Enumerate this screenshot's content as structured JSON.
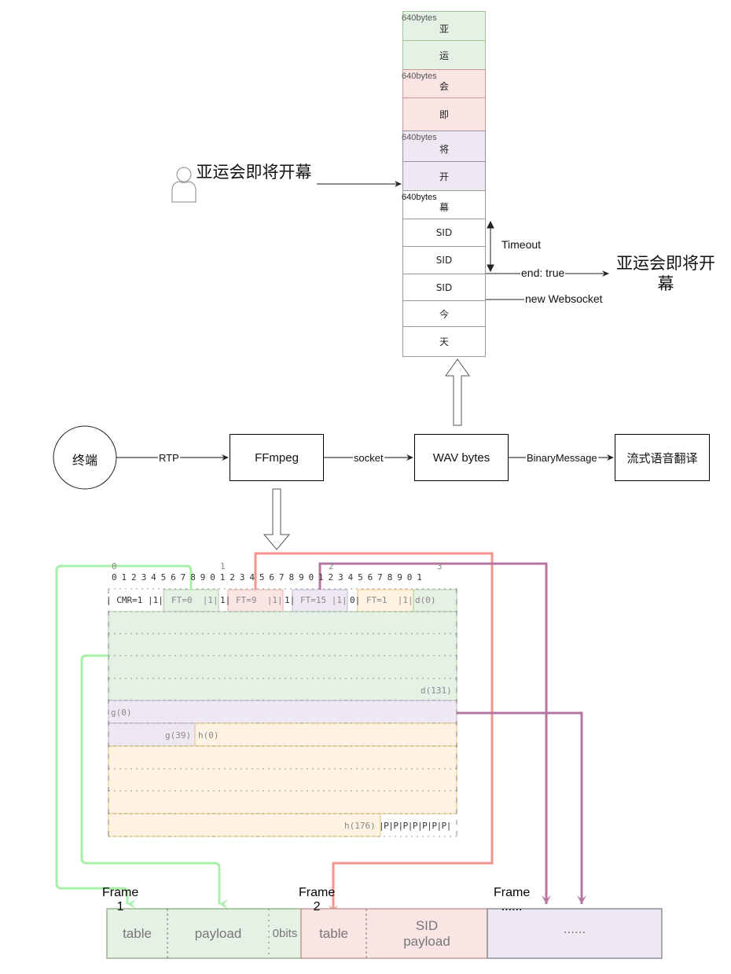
{
  "colors": {
    "green_fill": "#e6f1e6",
    "green_stroke": "#9bc48f",
    "green_line": "#a8f0a8",
    "red_fill": "#fbe5e4",
    "red_stroke": "#c99a95",
    "red_line": "#f5938f",
    "purple_fill": "#ede8f2",
    "purple_stroke": "#9f8fa8",
    "purple_line": "#b4759f",
    "orange_fill": "#fef2e3",
    "orange_stroke": "#e3b862"
  },
  "speaker": {
    "icon": "user-icon",
    "utterance": "亚运会即将开幕"
  },
  "buffer": {
    "cells": [
      {
        "text": "亚",
        "tag": "640bytes",
        "group": "green"
      },
      {
        "text": "运",
        "tag": "",
        "group": "green"
      },
      {
        "text": "会",
        "tag": "640bytes",
        "group": "red"
      },
      {
        "text": "即",
        "tag": "",
        "group": "red"
      },
      {
        "text": "将",
        "tag": "640bytes",
        "group": "purple"
      },
      {
        "text": "开",
        "tag": "",
        "group": "purple"
      },
      {
        "text": "幕",
        "tag": "640bytes",
        "group": "white"
      },
      {
        "text": "SID",
        "tag": "",
        "group": "white"
      },
      {
        "text": "SID",
        "tag": "",
        "group": "white"
      },
      {
        "text": "SID",
        "tag": "",
        "group": "white"
      },
      {
        "text": "今",
        "tag": "",
        "group": "white"
      },
      {
        "text": "天",
        "tag": "",
        "group": "white"
      }
    ],
    "timeout_label": "Timeout",
    "end_label": "end: true",
    "new_ws_label": "new Websocket",
    "result_text": "亚运会即将开幕"
  },
  "pipeline": {
    "terminal": "终端",
    "edge_rtp": "RTP",
    "ffmpeg": "FFmpeg",
    "edge_socket": "socket",
    "wav": "WAV bytes",
    "edge_binary": "BinaryMessage",
    "translator": "流式语音翻译"
  },
  "amr_header": {
    "decade_digits": [
      "0",
      "1",
      "2",
      "3"
    ],
    "bit_digits": "0 1 2 3 4 5 6 7 8 9 0 1 2 3 4 5 6 7 8 9 0 1 2 3 4 5 6 7 8 9 0 1",
    "fields": {
      "cmr": "| CMR=1 |1|",
      "ft0": "FT=0  |1|",
      "f1": "1|",
      "ft9": "FT=9  |1|",
      "ft15": "FT=15 |1|",
      "f0": "0|",
      "ft1": "FT=1  |1|",
      "d0": "d(0)"
    },
    "d131": "d(131)",
    "g0": "g(0)",
    "g39": "g(39)",
    "h0": "h(0)",
    "h176": "h(176)",
    "padding": "|P|P|P|P|P|P|P|"
  },
  "frames": {
    "frame1_label": "Frame\n1",
    "frame2_label": "Frame\n2",
    "frame3_label": "Frame\n......",
    "f1_table": "table",
    "f1_payload": "payload",
    "f1_zero": "0bits",
    "f2_table": "table",
    "f2_payload": "SID\npayload",
    "f3_content": "......"
  }
}
